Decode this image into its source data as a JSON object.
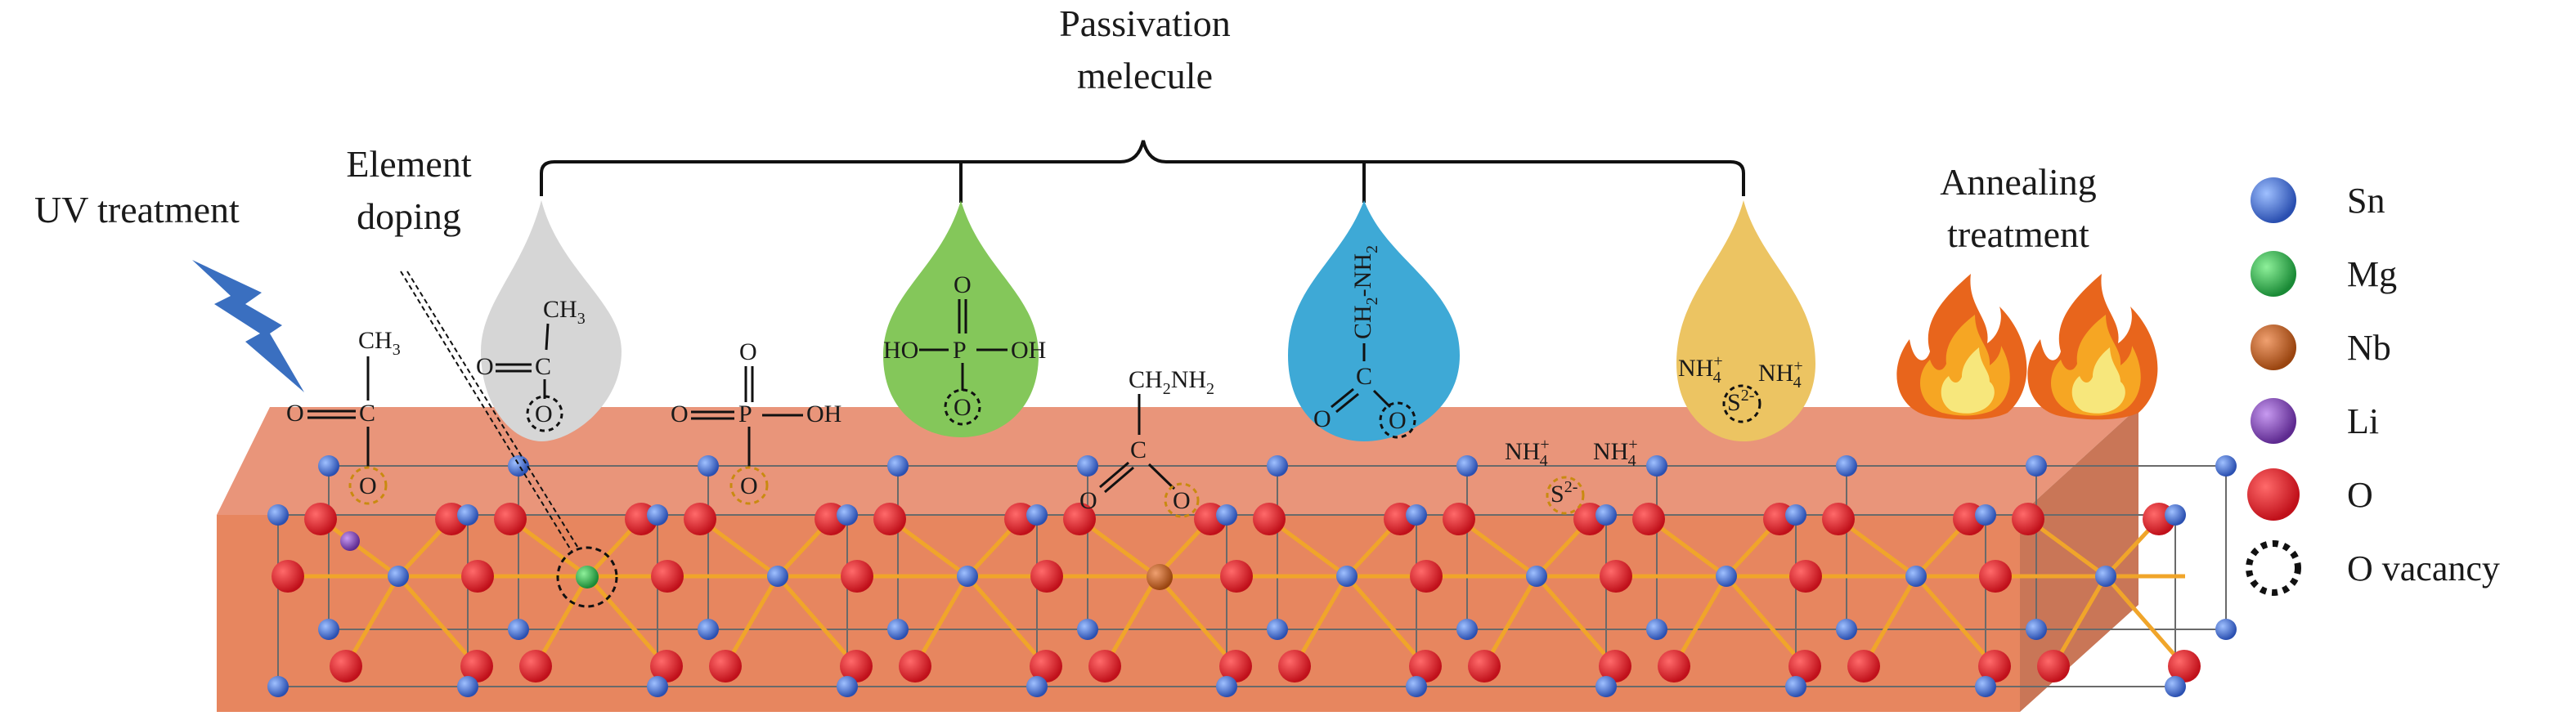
{
  "labels": {
    "passivation_line1": "Passivation",
    "passivation_line2": "melecule",
    "uv": "UV treatment",
    "doping_line1": "Element",
    "doping_line2": "doping",
    "annealing_line1": "Annealing",
    "annealing_line2": "treatment"
  },
  "molecules": {
    "acetate": {
      "ch3": "CH",
      "ch3_sub": "3",
      "o1": "O",
      "c": "C",
      "o2": "O"
    },
    "acetate_drop": {
      "ch3": "CH",
      "ch3_sub": "3",
      "o1": "O",
      "c": "C",
      "o2": "O"
    },
    "phosphate_free": {
      "o_top": "O",
      "o_left": "O",
      "p": "P",
      "oh": "OH",
      "o_bottom": "O"
    },
    "phosphate_drop": {
      "o_top": "O",
      "ho": "HO",
      "p": "P",
      "oh": "OH",
      "o_bottom": "O"
    },
    "glycine_free": {
      "ch2nh2": "CH",
      "ch2_sub": "2",
      "nh2": "NH",
      "nh2_sub": "2",
      "c": "C",
      "o1": "O",
      "o2": "O"
    },
    "glycine_drop": {
      "chain": "CH",
      "chain_sub": "2",
      "chain_nh": "-NH",
      "chain_nh_sub": "2",
      "c": "C",
      "o1": "O",
      "o2": "O"
    },
    "sulfide_drop": {
      "nh4_left": "NH",
      "nh4_right": "NH",
      "sub": "4",
      "sup": "+",
      "s": "S",
      "s_sup": "2-"
    },
    "sulfide_free": {
      "nh4_left": "NH",
      "nh4_right": "NH",
      "sub": "4",
      "sup": "+",
      "s": "S",
      "s_sup": "2-"
    }
  },
  "legend": [
    {
      "label": "Sn",
      "color": "#3a64c8",
      "icon": "sn-atom-icon"
    },
    {
      "label": "Mg",
      "color": "#2aae4a",
      "icon": "mg-atom-icon"
    },
    {
      "label": "Nb",
      "color": "#b8561c",
      "icon": "nb-atom-icon"
    },
    {
      "label": "Li",
      "color": "#7b3fb0",
      "icon": "li-atom-icon"
    },
    {
      "label": "O",
      "color": "#e0232a",
      "icon": "o-atom-icon"
    },
    {
      "label": "O vacancy",
      "color": "#111111",
      "icon": "o-vacancy-icon"
    }
  ],
  "colors": {
    "slab_front": "#e7865f",
    "slab_top": "#e9957a",
    "slab_side": "#c97657",
    "bond": "#f0a52a",
    "lattice_line": "#6a6a6a",
    "drop_gray": "#d6d6d6",
    "drop_green": "#84c75a",
    "drop_blue": "#3ea9d6",
    "drop_yellow": "#ecc462",
    "lightning": "#3a6fc0",
    "flame_outer": "#e8651c",
    "flame_mid": "#f6a623",
    "flame_inner": "#f7e77c"
  }
}
